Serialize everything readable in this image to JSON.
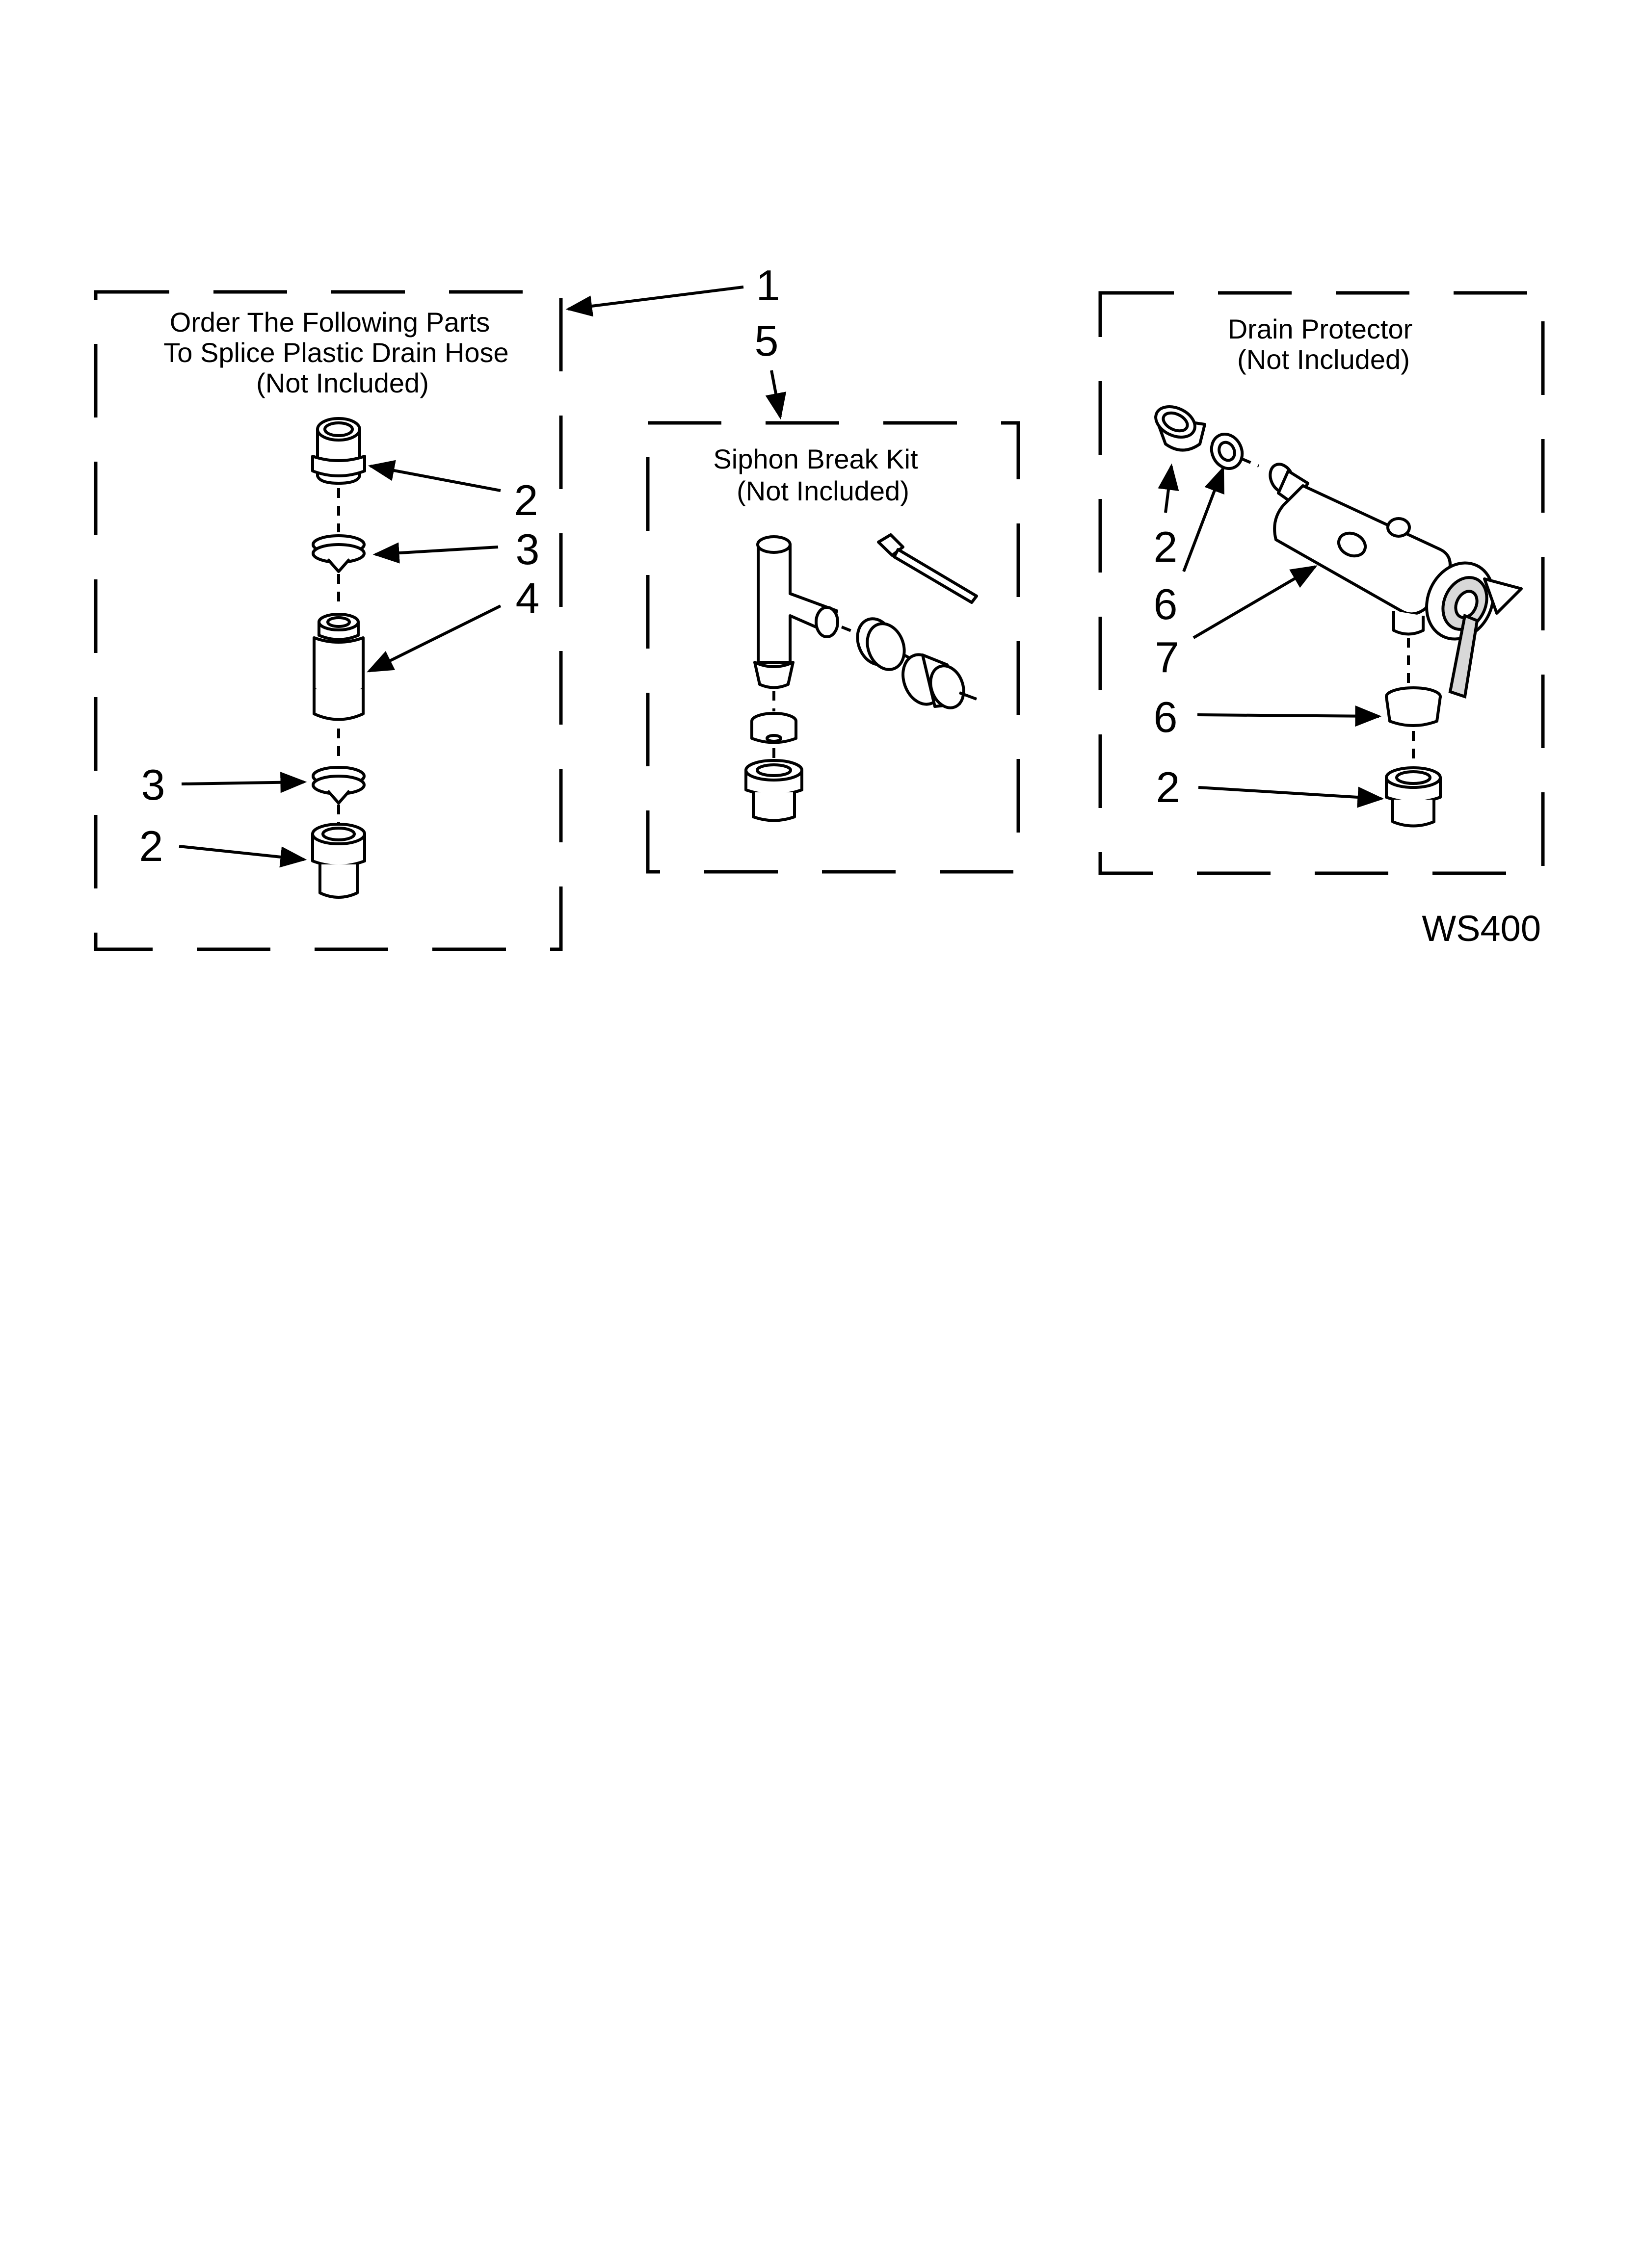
{
  "panels": {
    "splice": {
      "title_lines": [
        "Order The Following Parts",
        "To Splice Plastic Drain Hose",
        "(Not Included)"
      ]
    },
    "siphon": {
      "title_lines": [
        "Siphon Break Kit",
        "(Not Included)"
      ]
    },
    "drain_protector": {
      "title_lines": [
        "Drain Protector",
        "(Not Included)"
      ]
    }
  },
  "callouts": {
    "kit_1": "1",
    "kit_5": "5",
    "splice_top_coupling": "2",
    "splice_top_clamp": "3",
    "splice_connector": "4",
    "splice_bottom_clamp": "3",
    "splice_bottom_coupling": "2",
    "protector_coupling_top": "2",
    "protector_ring_top": "6",
    "protector_body": "7",
    "protector_ring_bottom": "6",
    "protector_coupling_bottom": "2"
  },
  "diagram_code": "WS400",
  "colors": {
    "line": "#000000",
    "background": "#ffffff",
    "shade": "#d8d8d8"
  }
}
